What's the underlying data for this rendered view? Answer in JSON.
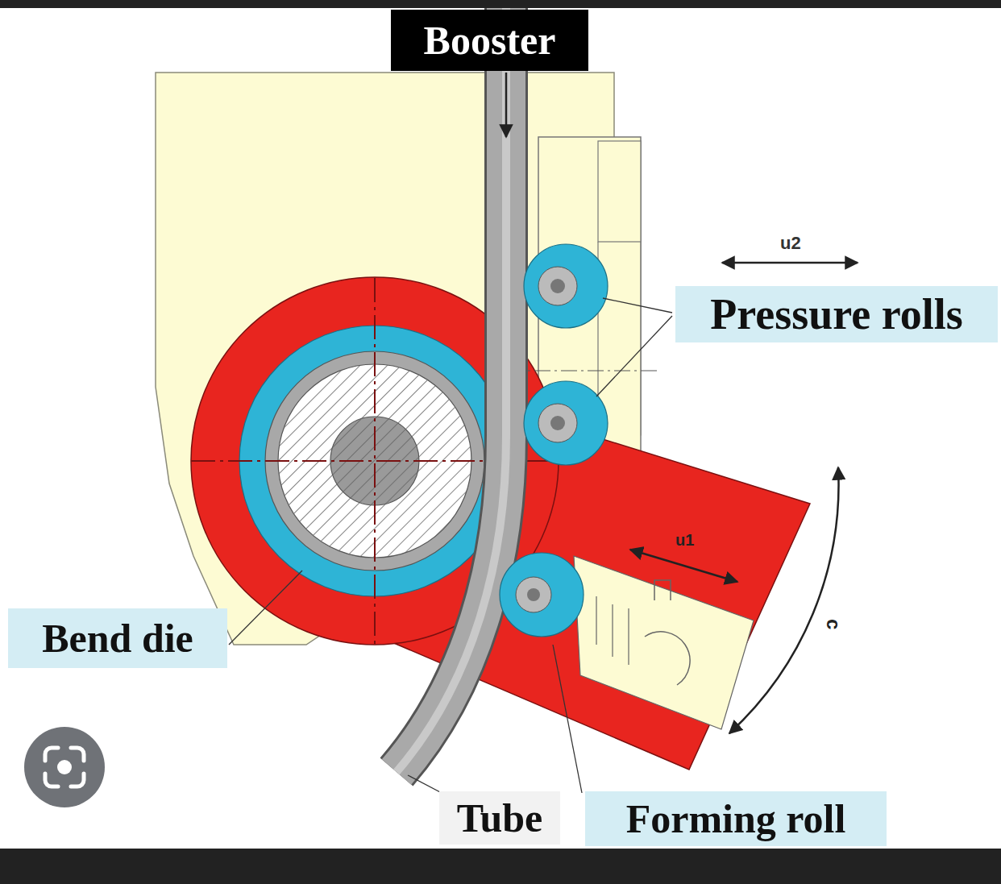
{
  "diagram": {
    "nodes": [
      {
        "text": [
          "Booster"
        ]
      },
      {
        "text": [
          "Pressure rolls"
        ]
      },
      {
        "text": [
          "Bend die"
        ]
      },
      {
        "text": [
          "Tube"
        ]
      },
      {
        "text": [
          "Forming roll"
        ]
      }
    ],
    "labels": [
      "u2",
      "u1",
      "c"
    ]
  }
}
